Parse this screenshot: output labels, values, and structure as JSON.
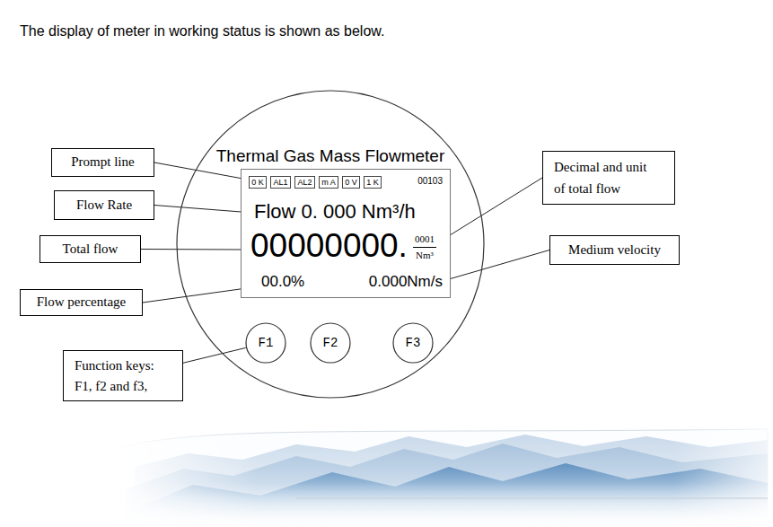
{
  "diagram": {
    "title": "The display of meter in working status is shown as below.",
    "nodes": [
      {
        "text": [
          "Thermal Gas Mass Flowmeter"
        ]
      },
      {
        "text": [
          "00103",
          "Flow 0. 000 Nm³/h",
          "00000000.",
          "0001",
          "Nm³",
          "00.0%",
          "0.000Nm/s"
        ],
        "in": 0
      },
      {
        "text": [
          "0 K"
        ],
        "in": 1
      },
      {
        "text": [
          "AL1"
        ],
        "in": 1
      },
      {
        "text": [
          "AL2"
        ],
        "in": 1
      },
      {
        "text": [
          "m A"
        ],
        "in": 1
      },
      {
        "text": [
          "0 V"
        ],
        "in": 1
      },
      {
        "text": [
          "1 K"
        ],
        "in": 1
      },
      {
        "text": [
          "F1"
        ],
        "in": 0
      },
      {
        "text": [
          "F2"
        ],
        "in": 0
      },
      {
        "text": [
          "F3"
        ],
        "in": 0
      },
      {
        "text": [
          "Prompt line"
        ]
      },
      {
        "text": [
          "Flow Rate"
        ]
      },
      {
        "text": [
          "Total flow"
        ]
      },
      {
        "text": [
          "Flow percentage"
        ]
      },
      {
        "text": [
          "Function keys: F1, f2 and f3,"
        ]
      },
      {
        "text": [
          "Decimal and unit of total flow"
        ]
      },
      {
        "text": [
          "Medium velocity"
        ]
      }
    ],
    "edges": [
      {
        "from": 11,
        "to": 2,
        "arrow": "none"
      },
      {
        "from": 12,
        "to": 1,
        "arrow": "none"
      },
      {
        "from": 13,
        "to": 1,
        "arrow": "none"
      },
      {
        "from": 14,
        "to": 1,
        "arrow": "none"
      },
      {
        "from": 15,
        "to": 8,
        "arrow": "none"
      },
      {
        "from": 16,
        "to": 1,
        "arrow": "none"
      },
      {
        "from": 17,
        "to": 1,
        "arrow": "none"
      }
    ]
  }
}
